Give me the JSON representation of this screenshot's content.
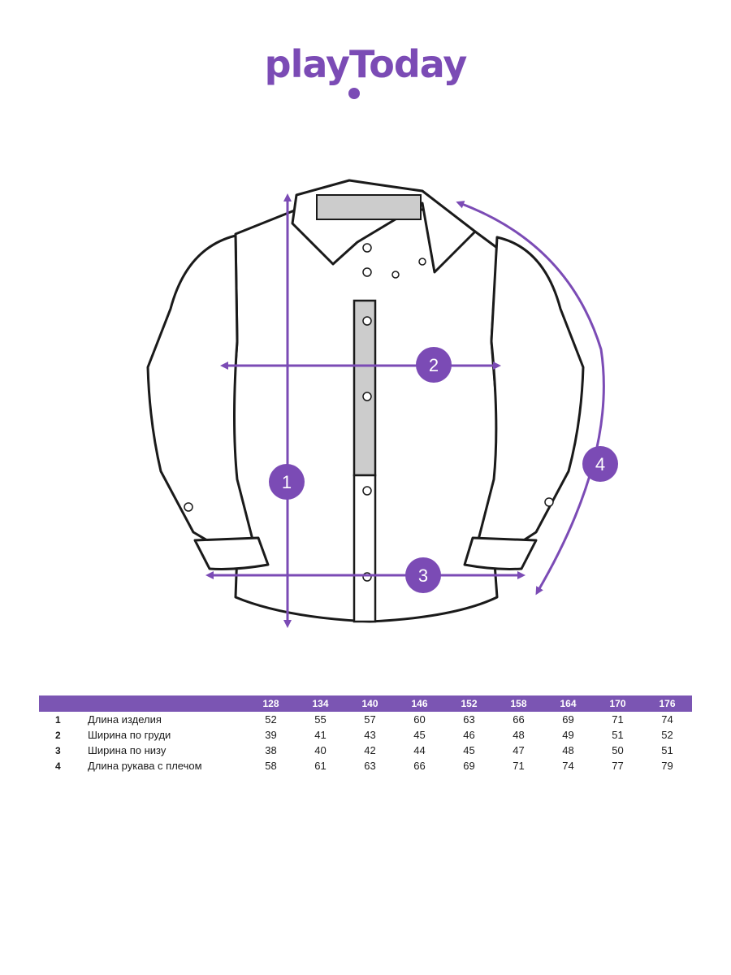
{
  "brand": {
    "name": "playToday",
    "color": "#7b4bb5"
  },
  "markers": [
    "1",
    "2",
    "3",
    "4"
  ],
  "table": {
    "sizes": [
      "128",
      "134",
      "140",
      "146",
      "152",
      "158",
      "164",
      "170",
      "176"
    ],
    "rows": [
      {
        "num": "1",
        "label": "Длина изделия",
        "values": [
          "52",
          "55",
          "57",
          "60",
          "63",
          "66",
          "69",
          "71",
          "74"
        ]
      },
      {
        "num": "2",
        "label": "Ширина по груди",
        "values": [
          "39",
          "41",
          "43",
          "45",
          "46",
          "48",
          "49",
          "51",
          "52"
        ]
      },
      {
        "num": "3",
        "label": "Ширина по низу",
        "values": [
          "38",
          "40",
          "42",
          "44",
          "45",
          "47",
          "48",
          "50",
          "51"
        ]
      },
      {
        "num": "4",
        "label": "Длина рукава с плечом",
        "values": [
          "58",
          "61",
          "63",
          "66",
          "69",
          "71",
          "74",
          "77",
          "79"
        ]
      }
    ]
  }
}
